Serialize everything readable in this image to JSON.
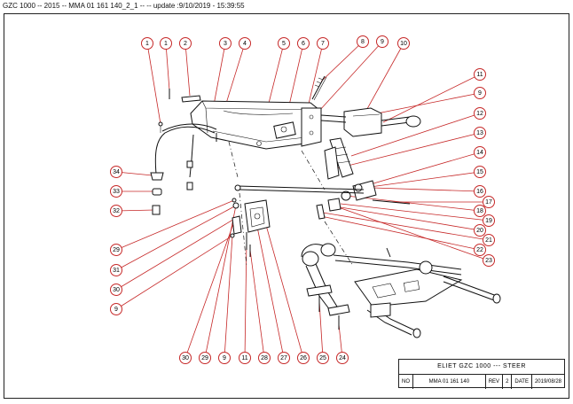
{
  "header": "GZC 1000 -- 2015 -- MMA 01 161 140_2_1 -- -- update :9/10/2019 - 15:39:55",
  "callouts": [
    {
      "id": "c-1a",
      "label": "1"
    },
    {
      "id": "c-1b",
      "label": "1"
    },
    {
      "id": "c-2",
      "label": "2"
    },
    {
      "id": "c-3",
      "label": "3"
    },
    {
      "id": "c-4",
      "label": "4"
    },
    {
      "id": "c-5",
      "label": "5"
    },
    {
      "id": "c-6",
      "label": "6"
    },
    {
      "id": "c-7",
      "label": "7"
    },
    {
      "id": "c-8",
      "label": "8"
    },
    {
      "id": "c-9a",
      "label": "9"
    },
    {
      "id": "c-10",
      "label": "10"
    },
    {
      "id": "c-11a",
      "label": "11"
    },
    {
      "id": "c-9b",
      "label": "9"
    },
    {
      "id": "c-12",
      "label": "12"
    },
    {
      "id": "c-13",
      "label": "13"
    },
    {
      "id": "c-14",
      "label": "14"
    },
    {
      "id": "c-15",
      "label": "15"
    },
    {
      "id": "c-16",
      "label": "16"
    },
    {
      "id": "c-17",
      "label": "17"
    },
    {
      "id": "c-18",
      "label": "18"
    },
    {
      "id": "c-19",
      "label": "19"
    },
    {
      "id": "c-20",
      "label": "20"
    },
    {
      "id": "c-21",
      "label": "21"
    },
    {
      "id": "c-22",
      "label": "22"
    },
    {
      "id": "c-23",
      "label": "23"
    },
    {
      "id": "c-34",
      "label": "34"
    },
    {
      "id": "c-33",
      "label": "33"
    },
    {
      "id": "c-32",
      "label": "32"
    },
    {
      "id": "c-29a",
      "label": "29"
    },
    {
      "id": "c-31",
      "label": "31"
    },
    {
      "id": "c-30a",
      "label": "30"
    },
    {
      "id": "c-9c",
      "label": "9"
    },
    {
      "id": "c-30b",
      "label": "30"
    },
    {
      "id": "c-29b",
      "label": "29"
    },
    {
      "id": "c-9d",
      "label": "9"
    },
    {
      "id": "c-11b",
      "label": "11"
    },
    {
      "id": "c-28",
      "label": "28"
    },
    {
      "id": "c-27",
      "label": "27"
    },
    {
      "id": "c-26",
      "label": "26"
    },
    {
      "id": "c-25",
      "label": "25"
    },
    {
      "id": "c-24",
      "label": "24"
    }
  ],
  "titleblock": {
    "title": "ELIET  GZC  1000  ---  STEER",
    "no_label": "NO",
    "no_value": "MMA  01  161  140",
    "rev_label": "REV",
    "rev_value": "2",
    "date_label": "DATE",
    "date_value": "2019/08/28"
  }
}
